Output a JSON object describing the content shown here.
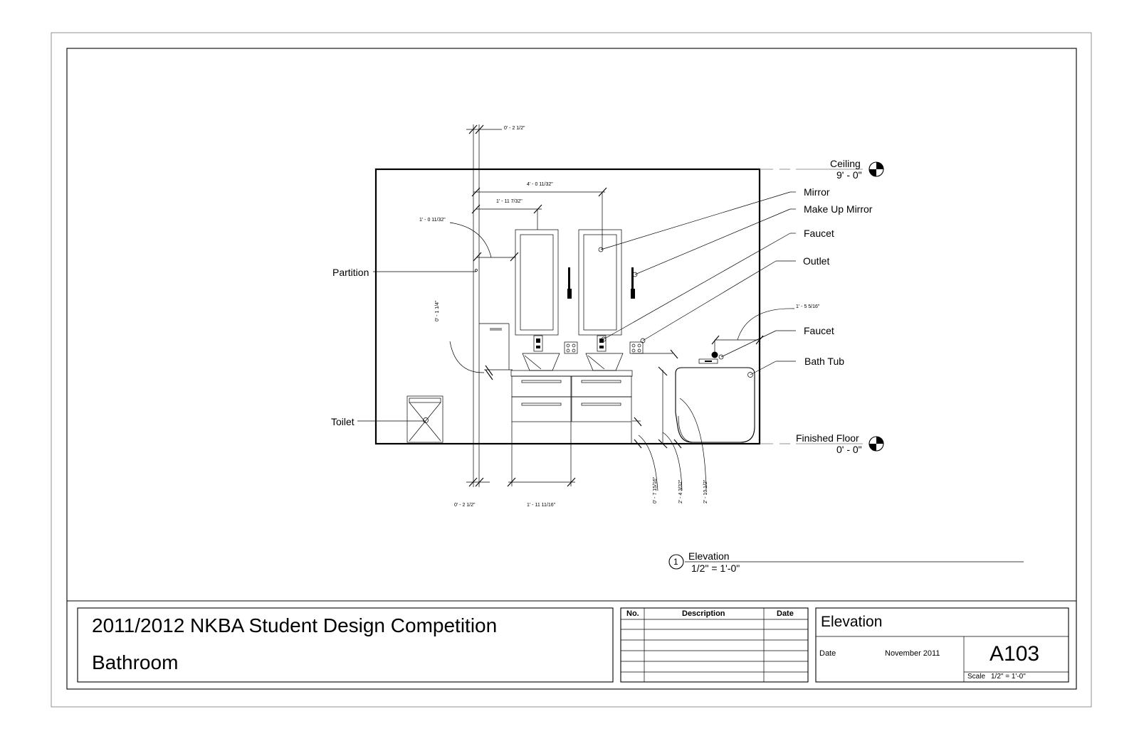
{
  "sheet": {
    "project_title": "2011/2012 NKBA Student Design Competition",
    "project_subtitle": "Bathroom",
    "sheet_name": "Elevation",
    "date_label": "Date",
    "date_value": "November 2011",
    "sheet_number": "A103",
    "scale_label": "Scale",
    "scale_value": "1/2\" = 1'-0\""
  },
  "revision_table": {
    "headers": [
      "No.",
      "Description",
      "Date"
    ],
    "rows": 6
  },
  "view_title": {
    "number": "1",
    "name": "Elevation",
    "scale": "1/2\" = 1'-0\""
  },
  "levels": {
    "ceiling": {
      "name": "Ceiling",
      "value": "9' - 0\""
    },
    "floor": {
      "name": "Finished Floor",
      "value": "0' - 0\""
    }
  },
  "callouts": {
    "mirror": "Mirror",
    "makeup_mirror": "Make Up Mirror",
    "faucet_1": "Faucet",
    "outlet": "Outlet",
    "faucet_2": "Faucet",
    "bath_tub": "Bath Tub",
    "partition": "Partition",
    "toilet": "Toilet"
  },
  "dimensions": {
    "top_partition": "0' - 2 1/2\"",
    "mirror_span": "4' - 0 11/32\"",
    "mirror_offset": "1' - 11 7/32\"",
    "partition_offset": "1' - 0 11/32\"",
    "vertical_left": "0' - 1 1/4\"",
    "tub_faucet": "1' - 5 5/16\"",
    "bottom_partition": "0' - 2 1/2\"",
    "vanity_width": "1' - 11 11/16\"",
    "v1": "0' - 7 15/16\"",
    "v2": "2' - 4 3/32\"",
    "v3": "2' - 10 1/2\""
  }
}
